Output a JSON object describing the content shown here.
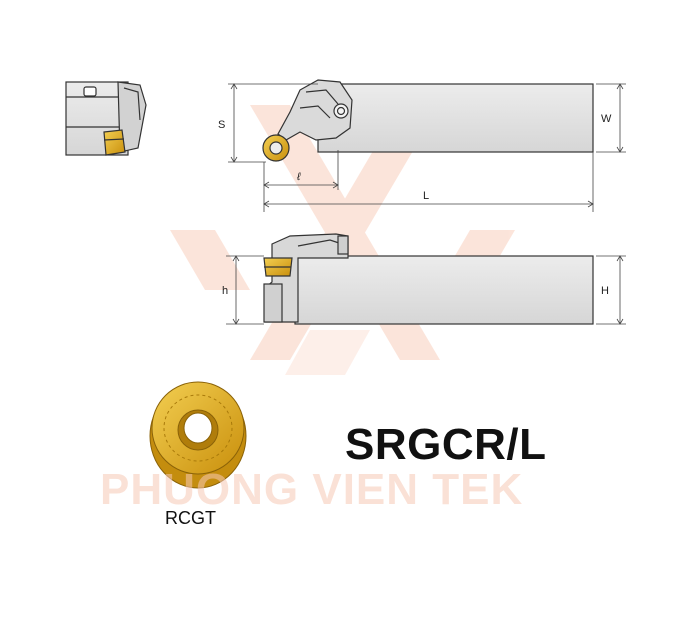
{
  "diagram": {
    "title": "SRGCR/L",
    "insert_code": "RCGT",
    "watermark": "PHUONG VIEN TEK",
    "dimension_labels": {
      "S": "S",
      "W": "W",
      "l": "ℓ",
      "L": "L",
      "h": "h",
      "H": "H"
    },
    "colors": {
      "body_gray": "#e2e2e2",
      "outline": "#333333",
      "insert_gold": "#e6b320",
      "watermark": "#f4b7a0"
    }
  }
}
